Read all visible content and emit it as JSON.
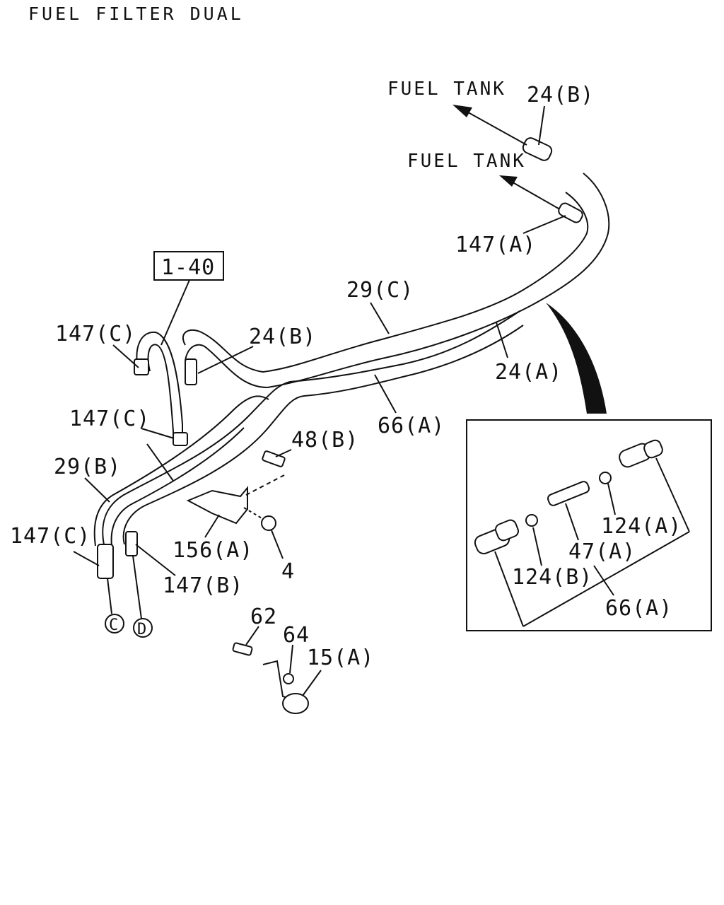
{
  "title": "FUEL FILTER DUAL",
  "ref_box": "1-40",
  "destinations": {
    "fuel_tank_upper": "FUEL TANK",
    "fuel_tank_lower": "FUEL TANK"
  },
  "connectors": {
    "c": "C",
    "d": "D"
  },
  "callouts": {
    "p24b_top": "24(B)",
    "p147a": "147(A)",
    "p29c": "29(C)",
    "p24a": "24(A)",
    "p66a": "66(A)",
    "p147c_1": "147(C)",
    "p24b_left": "24(B)",
    "p147c_2": "147(C)",
    "p29b": "29(B)",
    "p48b": "48(B)",
    "p147c_3": "147(C)",
    "p156a": "156(A)",
    "p4": "4",
    "p147b": "147(B)",
    "p62": "62",
    "p64": "64",
    "p15a": "15(A)"
  },
  "detail": {
    "p124a": "124(A)",
    "p47a": "47(A)",
    "p124b": "124(B)",
    "p66a": "66(A)"
  }
}
